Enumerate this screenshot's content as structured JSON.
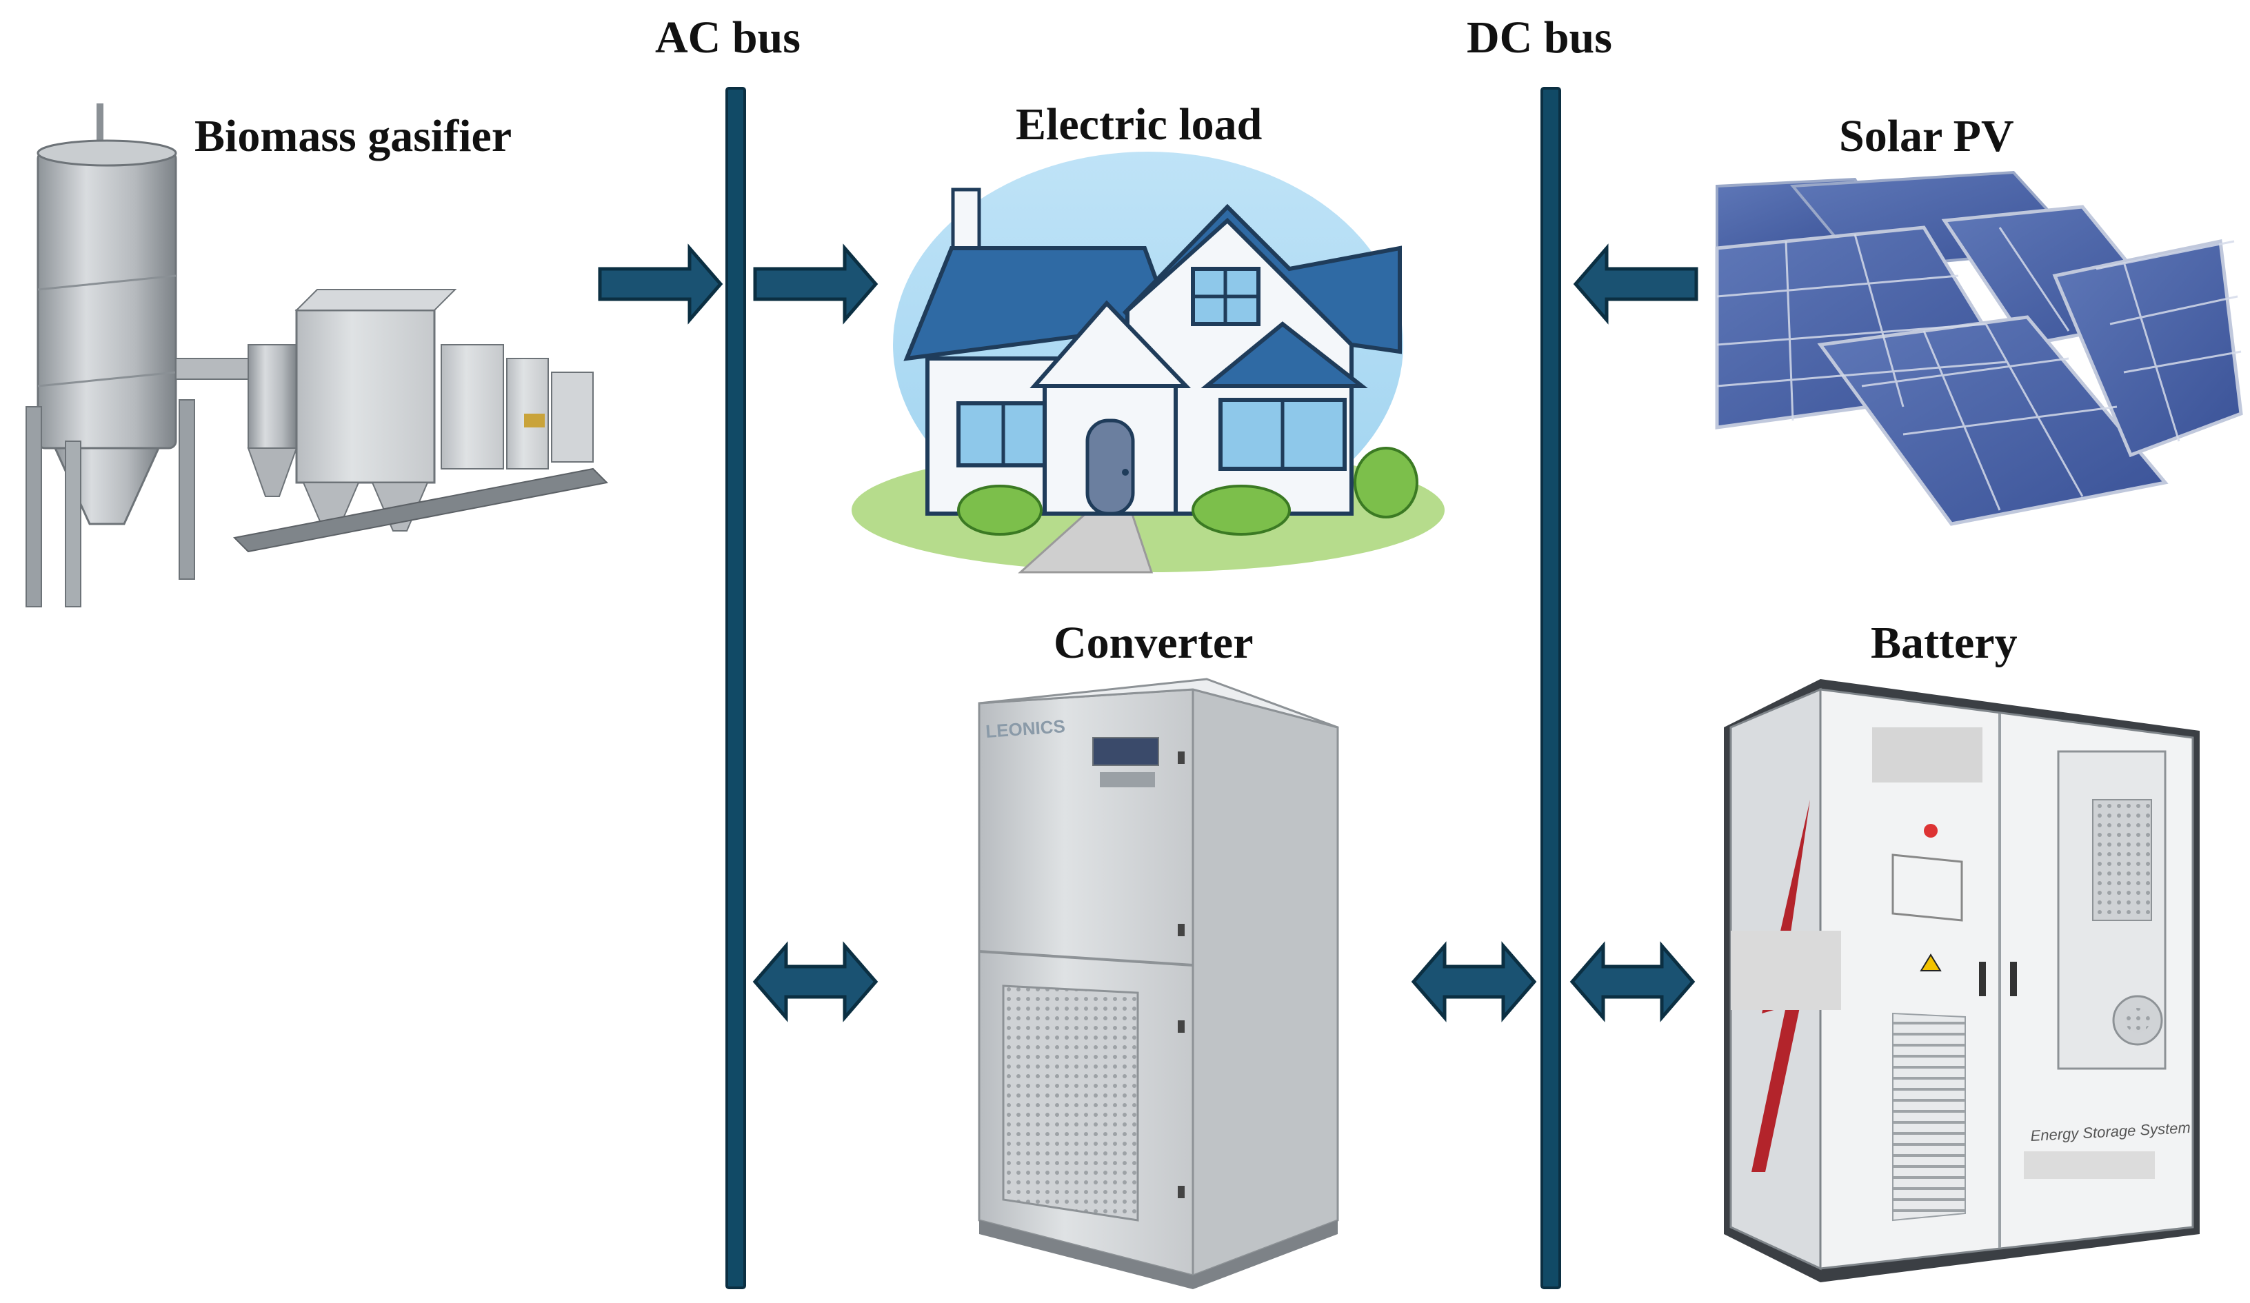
{
  "labels": {
    "ac_bus": "AC bus",
    "dc_bus": "DC bus",
    "biomass": "Biomass gasifier",
    "load": "Electric load",
    "solar": "Solar PV",
    "converter": "Converter",
    "battery": "Battery",
    "converter_brand": "LEONICS",
    "ess_caption": "Energy Storage System"
  },
  "colors": {
    "bus": "#114a66",
    "bus_edge": "#0b2f42",
    "arrow": "#1a5272",
    "arrow_edge": "#0b2f42"
  },
  "icons": [
    "biomass-gasifier-illustration",
    "house-illustration",
    "solar-panel-illustration",
    "inverter-cabinet-illustration",
    "battery-cabinet-illustration"
  ]
}
